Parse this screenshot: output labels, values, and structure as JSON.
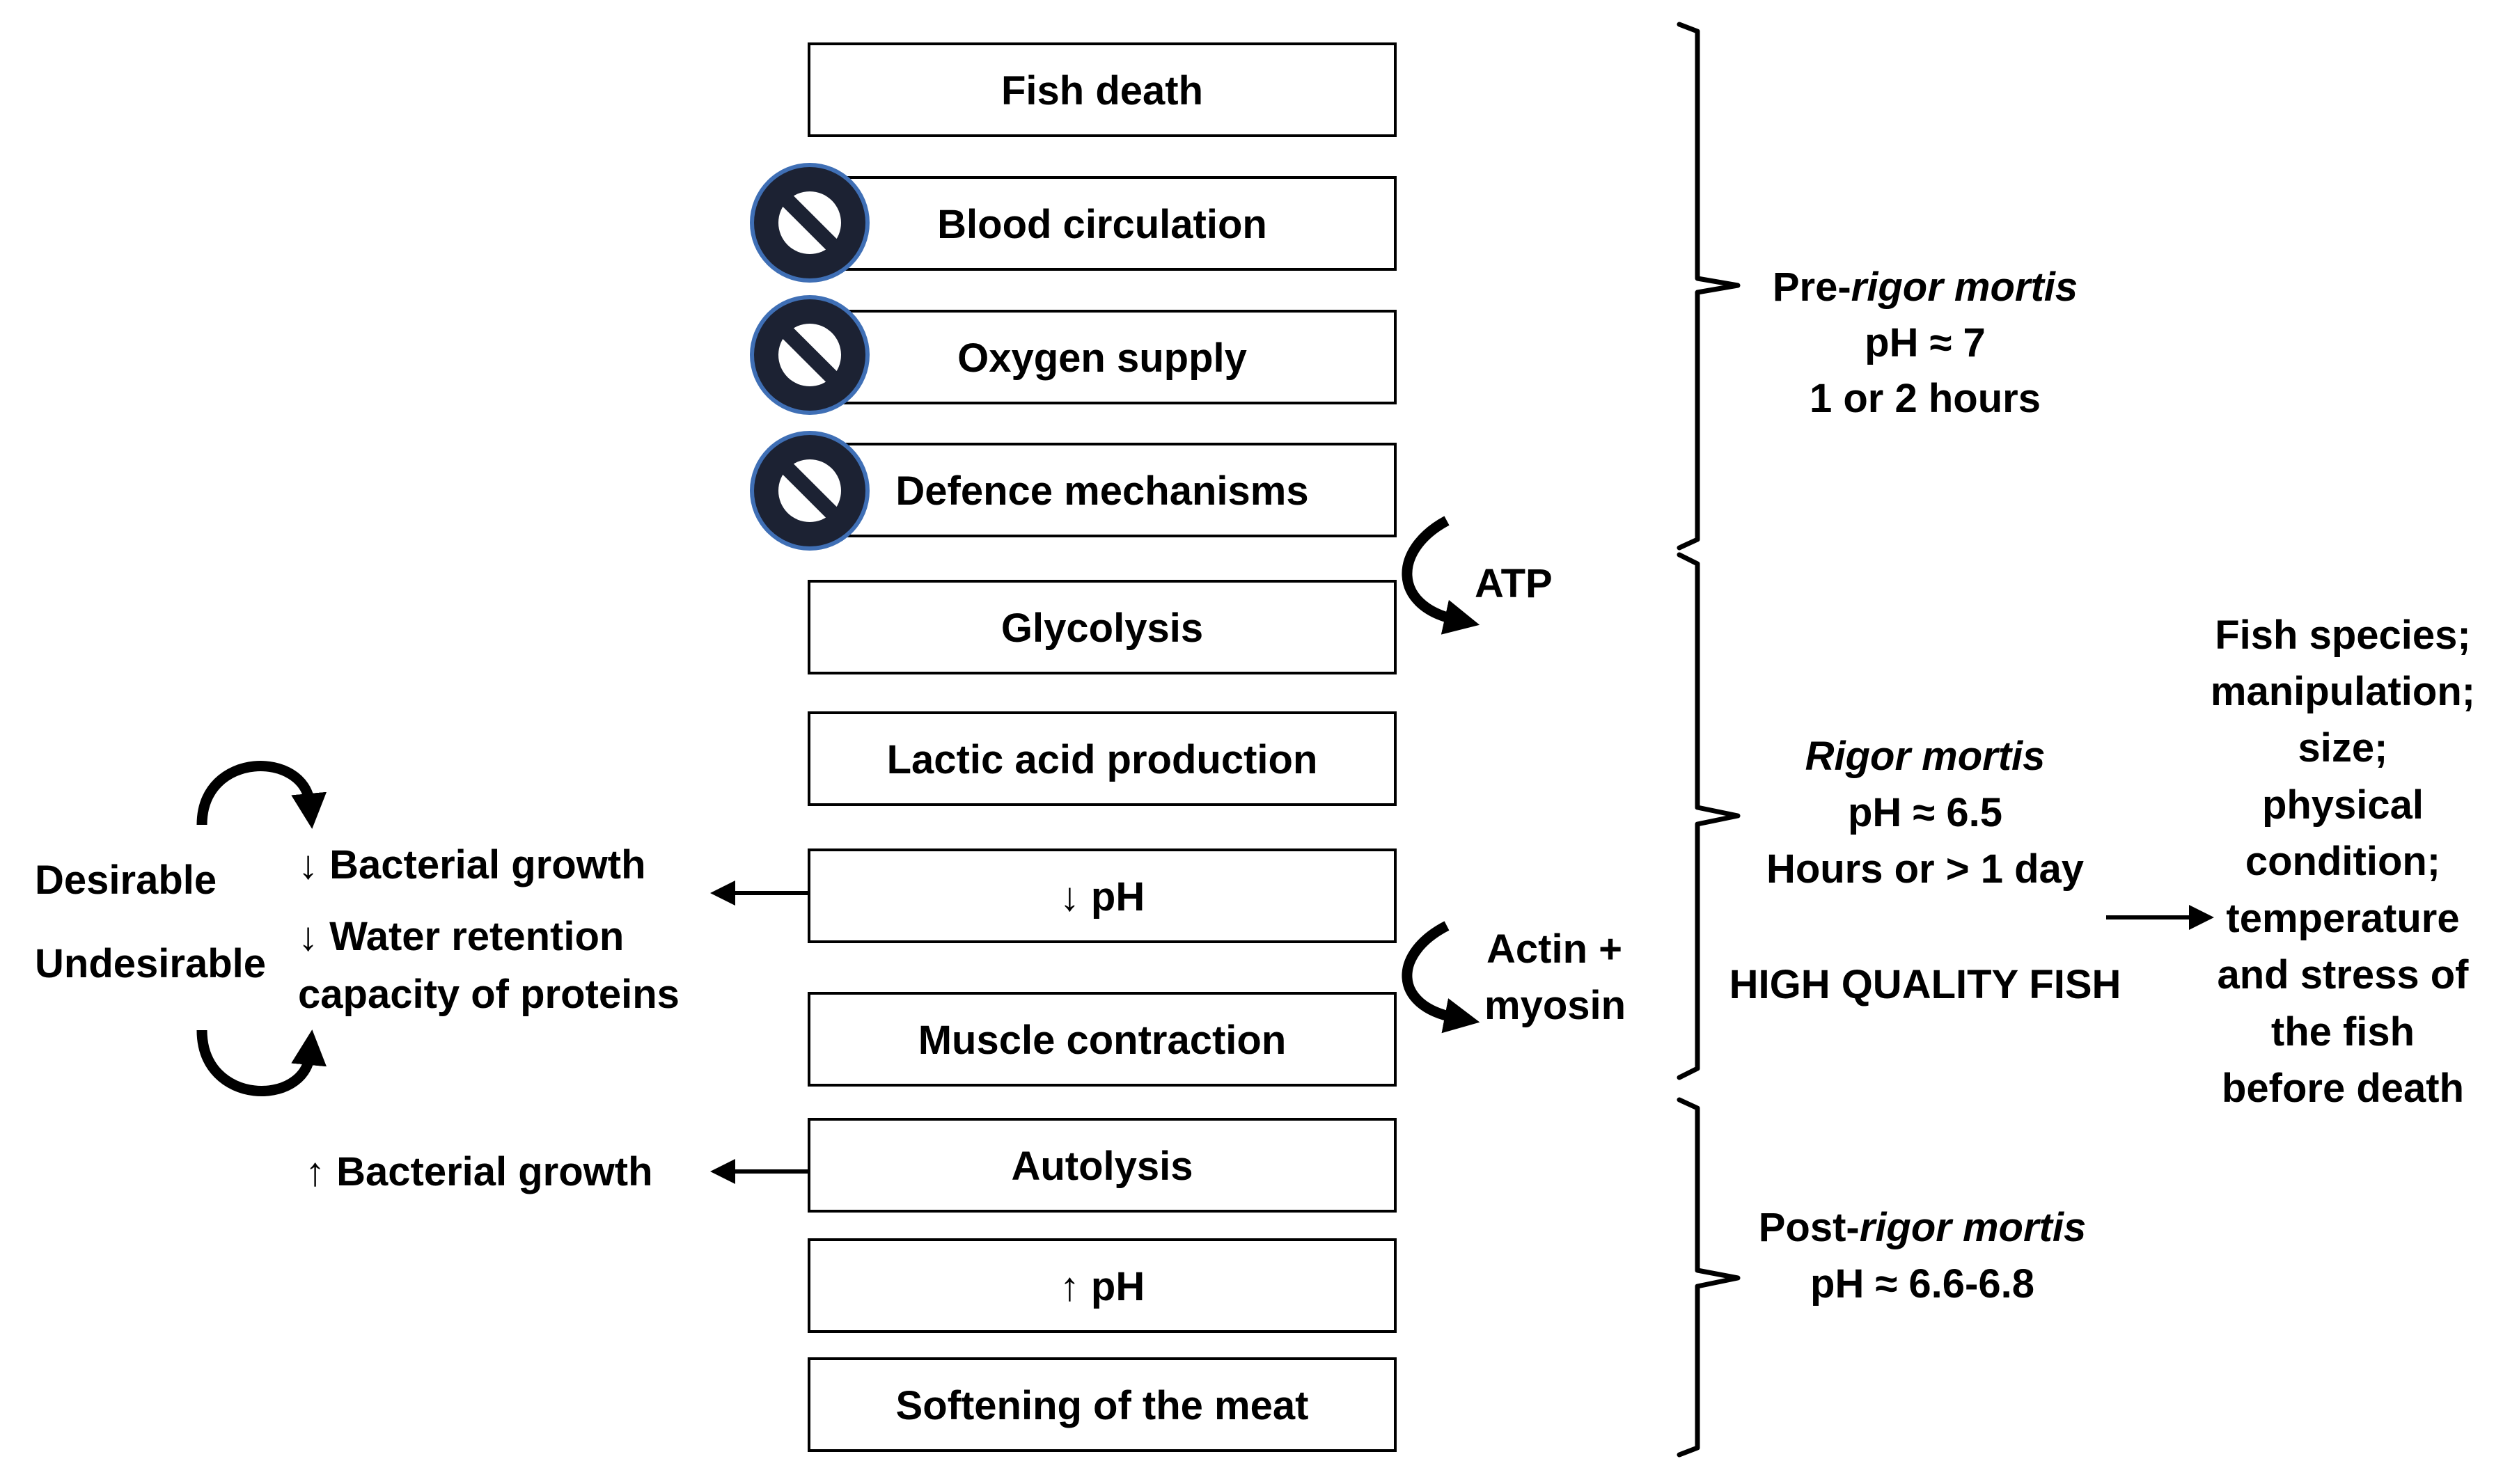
{
  "colors": {
    "stroke": "#000000",
    "box_fill": "#ffffff",
    "prohibition_fill": "#1c2233",
    "prohibition_ring": "#3f6fb5"
  },
  "boxes": [
    {
      "text": "Fish death"
    },
    {
      "text": "Blood circulation",
      "blocked": true
    },
    {
      "text": "Oxygen supply",
      "blocked": true
    },
    {
      "text": "Defence mechanisms",
      "blocked": true
    },
    {
      "text": "Glycolysis"
    },
    {
      "text": "Lactic acid production"
    },
    {
      "text": "↓ pH"
    },
    {
      "text": "Muscle contraction"
    },
    {
      "text": "Autolysis"
    },
    {
      "text": "↑ pH"
    },
    {
      "text": "Softening of the meat"
    }
  ],
  "side_notes": {
    "atp": "ATP",
    "actin": [
      "Actin +",
      "myosin"
    ]
  },
  "left": {
    "desirable": "Desirable",
    "undesirable": "Undesirable",
    "effects": [
      "↓ Bacterial growth",
      "↓ Water retention",
      "capacity of proteins"
    ],
    "post_effect": "↑ Bacterial growth"
  },
  "stages": {
    "pre": {
      "prefix": "Pre-",
      "name": "rigor mortis",
      "ph": "pH ≈ 7",
      "duration": "1 or 2 hours"
    },
    "rigor": {
      "name": "Rigor mortis",
      "ph": "pH ≈ 6.5",
      "duration": "Hours or > 1 day",
      "quality": "HIGH QUALITY FISH"
    },
    "post": {
      "prefix": "Post-",
      "name": "rigor mortis",
      "ph": "pH ≈ 6.6-6.8"
    }
  },
  "factors": [
    "Fish species;",
    "manipulation;",
    "size;",
    "physical",
    "condition;",
    "temperature",
    "and stress of",
    "the fish",
    "before death"
  ],
  "icons": {
    "blocked": "prohibition-icon"
  }
}
